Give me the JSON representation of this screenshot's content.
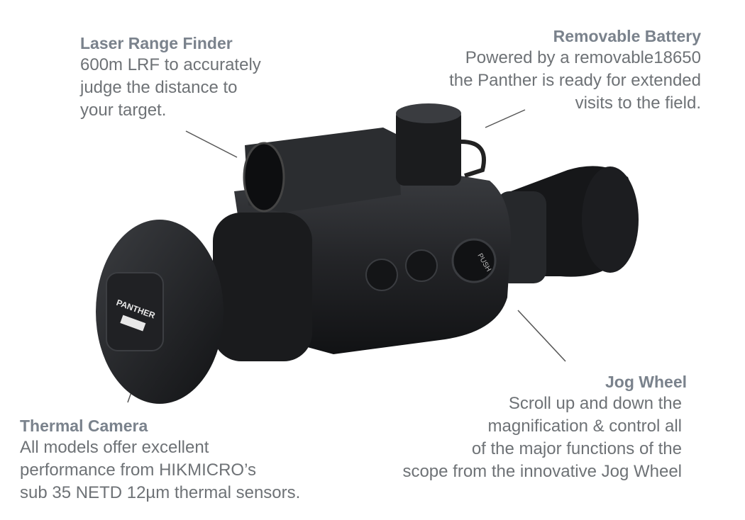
{
  "product": {
    "name": "PANTHER",
    "brand": "HIKMICRO",
    "jog_label": "PUSH"
  },
  "callouts": {
    "lrf": {
      "title": "Laser Range Finder",
      "lines": [
        "600m LRF to accurately",
        "judge the distance to",
        "your target."
      ]
    },
    "battery": {
      "title": "Removable Battery",
      "lines": [
        "Powered by a removable18650",
        "the Panther is ready for extended",
        "visits to the field."
      ]
    },
    "jog": {
      "title": "Jog Wheel",
      "lines": [
        "Scroll up and down the",
        "magnification & control all",
        "of the major functions of the",
        "scope from the innovative Jog Wheel"
      ]
    },
    "thermal": {
      "title": "Thermal Camera",
      "lines": [
        "All models offer excellent",
        "performance from HIKMICRO’s",
        "sub 35 NETD 12µm thermal sensors."
      ]
    }
  },
  "colors": {
    "heading": "#7a828c",
    "body": "#6e7276",
    "device": "#1e1f21"
  }
}
